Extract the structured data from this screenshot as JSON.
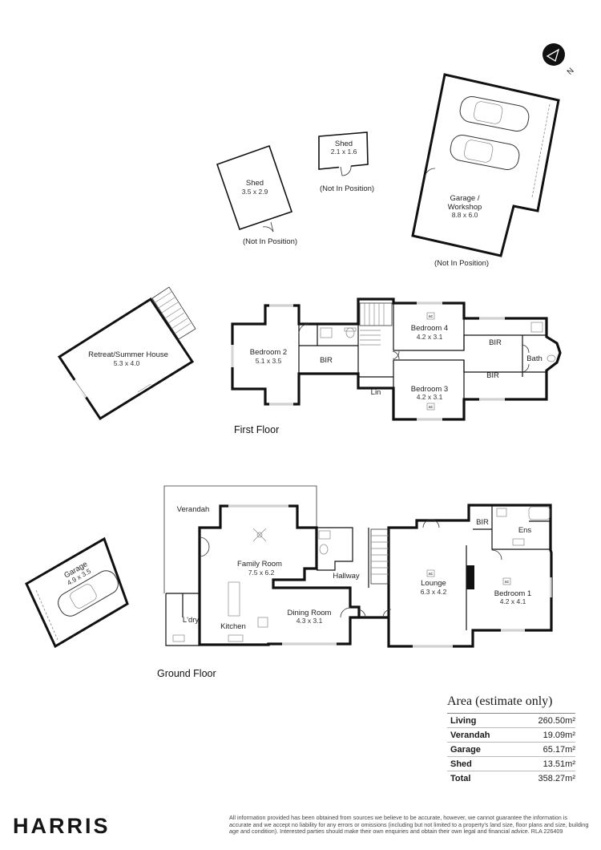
{
  "outbuildings": {
    "shed_a": {
      "name": "Shed",
      "size": "3.5 x 2.9",
      "note": "(Not In Position)"
    },
    "shed_b": {
      "name": "Shed",
      "size": "2.1 x 1.6",
      "note": "(Not In Position)"
    },
    "garage_workshop": {
      "name_line1": "Garage /",
      "name_line2": "Workshop",
      "size": "8.8 x 6.0",
      "note": "(Not In Position)"
    },
    "retreat": {
      "name": "Retreat/Summer House",
      "size": "5.3 x 4.0"
    },
    "garage_small": {
      "name": "Garage",
      "size": "4.9 x 3.5"
    }
  },
  "first_floor": {
    "title": "First Floor",
    "rooms": {
      "bedroom2": {
        "name": "Bedroom 2",
        "size": "5.1 x 3.5"
      },
      "bir_left": {
        "name": "BIR"
      },
      "bedroom4": {
        "name": "Bedroom 4",
        "size": "4.2 x 3.1"
      },
      "bedroom3": {
        "name": "Bedroom 3",
        "size": "4.2 x 3.1"
      },
      "bir_upper": {
        "name": "BIR"
      },
      "bir_lower": {
        "name": "BIR"
      },
      "bath": {
        "name": "Bath"
      },
      "lin": {
        "name": "Lin"
      }
    },
    "ac_mark": "ac"
  },
  "ground_floor": {
    "title": "Ground Floor",
    "rooms": {
      "verandah": {
        "name": "Verandah"
      },
      "family": {
        "name": "Family Room",
        "size": "7.5 x 6.2"
      },
      "laundry": {
        "name": "L'dry"
      },
      "kitchen": {
        "name": "Kitchen"
      },
      "dining": {
        "name": "Dining Room",
        "size": "4.3 x 3.1"
      },
      "hallway": {
        "name": "Hallway"
      },
      "lounge": {
        "name": "Lounge",
        "size": "6.3 x 4.2"
      },
      "bedroom1": {
        "name": "Bedroom 1",
        "size": "4.2 x 4.1"
      },
      "ens": {
        "name": "Ens"
      },
      "bir": {
        "name": "BIR"
      }
    },
    "ac_mark": "ac"
  },
  "compass": {
    "label": "N"
  },
  "area": {
    "title": "Area (estimate only)",
    "rows": [
      {
        "label": "Living",
        "value": "260.50m²"
      },
      {
        "label": "Verandah",
        "value": "19.09m²"
      },
      {
        "label": "Garage",
        "value": "65.17m²"
      },
      {
        "label": "Shed",
        "value": "13.51m²"
      },
      {
        "label": "Total",
        "value": "358.27m²"
      }
    ]
  },
  "brand": {
    "logo": "HARRIS"
  },
  "disclaimer": "All information provided has been obtained from sources we believe to be accurate, however, we cannot guarantee the information is accurate and we accept no liability for any errors or omissions (including but not limited to a property's land size, floor plans and size, building age and condition). Interested parties should make their own enquiries and obtain their own legal and financial advice. RLA 226409"
}
